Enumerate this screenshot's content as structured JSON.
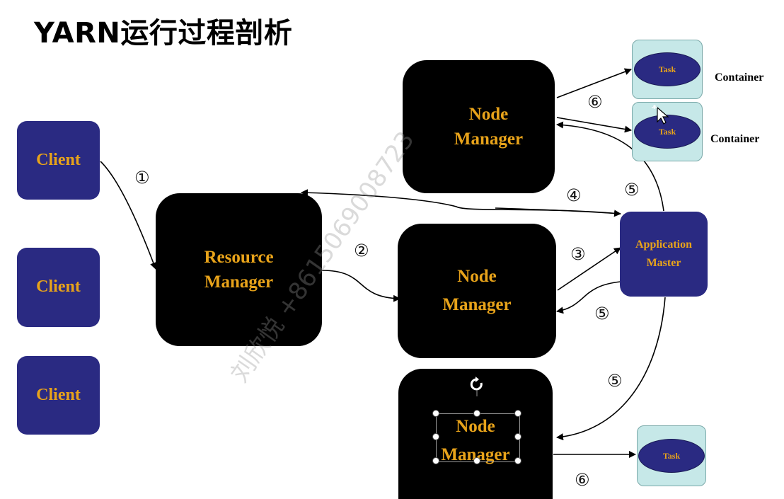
{
  "title": "YARN运行过程剖析",
  "clients": [
    "Client",
    "Client",
    "Client"
  ],
  "resource_manager": {
    "line1": "Resource",
    "line2": "Manager"
  },
  "node_managers": [
    {
      "line1": "Node",
      "line2": "Manager"
    },
    {
      "line1": "Node",
      "line2": "Manager"
    },
    {
      "line1": "Node",
      "line2": "Manager"
    }
  ],
  "app_master": {
    "line1": "Application",
    "line2": "Master"
  },
  "task_label": "Task",
  "container_label": "Container",
  "steps": [
    "①",
    "②",
    "③",
    "④",
    "⑤",
    "⑥"
  ],
  "watermark": "刘欣悦 +8615069008723",
  "colors": {
    "navy": "#2a2a82",
    "gold": "#e8a31a",
    "container": "#c6e8e8"
  }
}
